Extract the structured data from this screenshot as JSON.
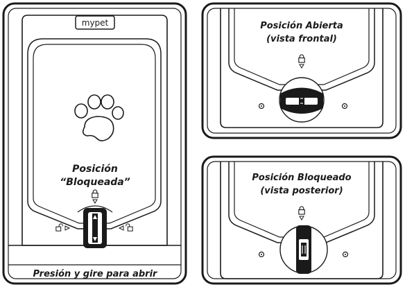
{
  "brand": {
    "logo_text": "mypet"
  },
  "panels": {
    "main": {
      "label_line1": "Posición",
      "label_line2": "“Bloqueada”",
      "footer": "Presión y gire para abrir"
    },
    "open": {
      "label_line1": "Posición Abierta",
      "label_line2": "(vista frontal)"
    },
    "locked": {
      "label_line1": "Posición Bloqueado",
      "label_line2": "(vista posterior)"
    }
  },
  "icons": {
    "lock": "padlock-closed-icon",
    "unlock": "padlock-open-icon",
    "paw": "paw-print-icon"
  },
  "colors": {
    "line": "#1a1a1a",
    "background": "#ffffff"
  }
}
